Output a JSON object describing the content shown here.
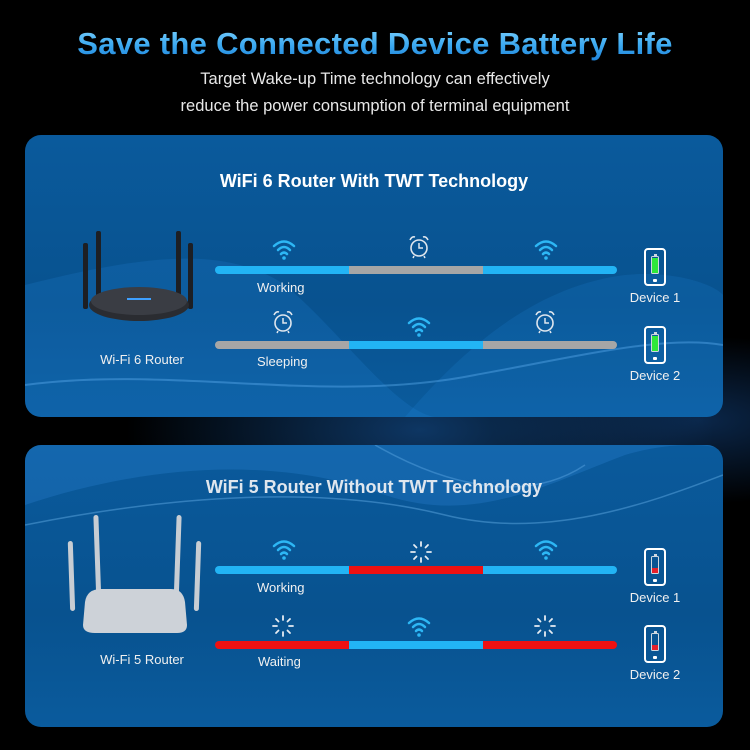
{
  "header": {
    "title": "Save the Connected Device Battery Life",
    "subtitle_line1": "Target Wake-up Time technology can effectively",
    "subtitle_line2": "reduce the power consumption  of  terminal  equipment"
  },
  "colors": {
    "title_gradient_top": "#7fd3ff",
    "title_gradient_bottom": "#1e7fd6",
    "panel_bg": "#08528f",
    "active_segment": "#22b4f5",
    "sleep_segment": "#a6a6a6",
    "waiting_segment": "#ee1111",
    "battery_full": "#2ee83a",
    "battery_low": "#e5202a"
  },
  "panels": [
    {
      "title": "WiFi 6 Router With TWT Technology",
      "router_label": "Wi-Fi 6 Router",
      "rows": [
        {
          "state_label": "Working",
          "segments": [
            "active",
            "sleep",
            "active"
          ],
          "icons": [
            "wifi-icon",
            "alarm-clock-icon",
            "wifi-icon"
          ],
          "device_label": "Device 1",
          "battery": "full"
        },
        {
          "state_label": "Sleeping",
          "segments": [
            "sleep",
            "active",
            "sleep"
          ],
          "icons": [
            "alarm-clock-icon",
            "wifi-icon",
            "alarm-clock-icon"
          ],
          "device_label": "Device 2",
          "battery": "full"
        }
      ]
    },
    {
      "title": "WiFi 5 Router Without TWT Technology",
      "router_label": "Wi-Fi 5 Router",
      "rows": [
        {
          "state_label": "Working",
          "segments": [
            "active",
            "waiting",
            "active"
          ],
          "icons": [
            "wifi-icon",
            "loading-spinner-icon",
            "wifi-icon"
          ],
          "device_label": "Device 1",
          "battery": "low"
        },
        {
          "state_label": "Waiting",
          "segments": [
            "waiting",
            "active",
            "waiting"
          ],
          "icons": [
            "loading-spinner-icon",
            "wifi-icon",
            "loading-spinner-icon"
          ],
          "device_label": "Device 2",
          "battery": "low"
        }
      ]
    }
  ]
}
